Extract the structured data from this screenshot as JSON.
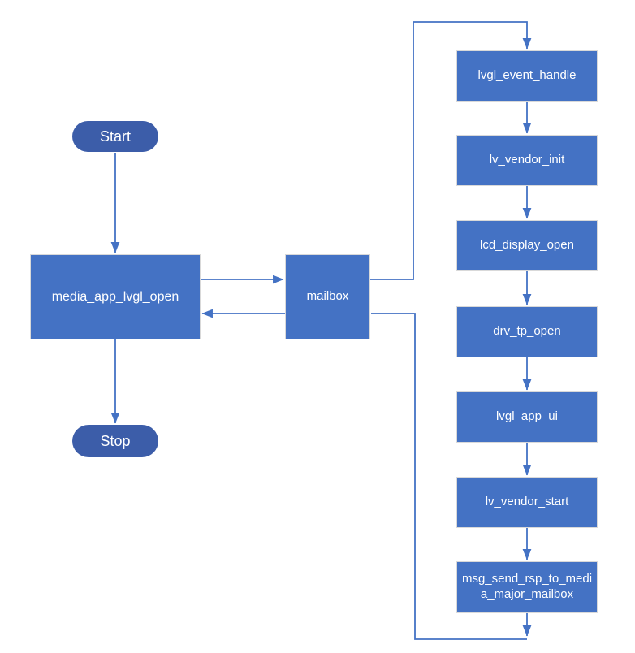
{
  "diagram": {
    "colors": {
      "canvas_bg": "#ffffff",
      "process_fill": "#4472c4",
      "process_border": "#d9d9d9",
      "terminal_fill": "#3c5da9",
      "connector": "#4472c4",
      "label_text": "#ffffff"
    },
    "nodes": {
      "start": {
        "label": "Start",
        "type": "terminal"
      },
      "media": {
        "label": "media_app_lvgl_open",
        "type": "process"
      },
      "mailbox": {
        "label": "mailbox",
        "type": "process"
      },
      "stop": {
        "label": "Stop",
        "type": "terminal"
      }
    },
    "steps": [
      {
        "label": "lvgl_event_handle"
      },
      {
        "label": "lv_vendor_init"
      },
      {
        "label": "lcd_display_open"
      },
      {
        "label": "drv_tp_open"
      },
      {
        "label": "lvgl_app_ui"
      },
      {
        "label": "lv_vendor_start"
      },
      {
        "label": "msg_send_rsp_to_media_major_mailbox"
      }
    ],
    "edges": [
      {
        "from": "Start",
        "to": "media_app_lvgl_open"
      },
      {
        "from": "media_app_lvgl_open",
        "to": "mailbox"
      },
      {
        "from": "mailbox",
        "to": "media_app_lvgl_open"
      },
      {
        "from": "media_app_lvgl_open",
        "to": "Stop"
      },
      {
        "from": "mailbox",
        "to": "lvgl_event_handle"
      },
      {
        "from": "lvgl_event_handle",
        "to": "lv_vendor_init"
      },
      {
        "from": "lv_vendor_init",
        "to": "lcd_display_open"
      },
      {
        "from": "lcd_display_open",
        "to": "drv_tp_open"
      },
      {
        "from": "drv_tp_open",
        "to": "lvgl_app_ui"
      },
      {
        "from": "lvgl_app_ui",
        "to": "lv_vendor_start"
      },
      {
        "from": "lv_vendor_start",
        "to": "msg_send_rsp_to_media_major_mailbox"
      },
      {
        "from": "msg_send_rsp_to_media_major_mailbox",
        "to": "mailbox"
      }
    ]
  }
}
